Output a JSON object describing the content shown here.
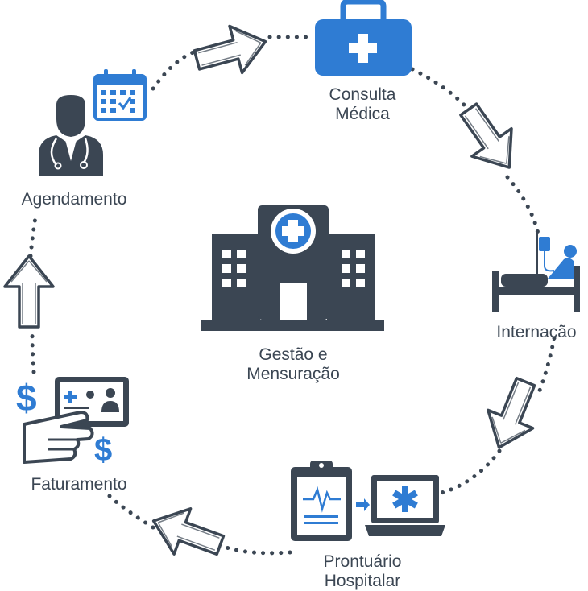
{
  "center": {
    "title_line1": "Gestão e",
    "title_line2": "Mensuração"
  },
  "steps": {
    "agendamento": "Agendamento",
    "consulta_line1": "Consulta",
    "consulta_line2": "Médica",
    "internacao": "Internação",
    "prontuario_line1": "Prontuário",
    "prontuario_line2": "Hospitalar",
    "faturamento": "Faturamento"
  },
  "icons": {
    "agendamento": [
      "doctor-icon",
      "calendar-icon"
    ],
    "consulta": "medical-kit-icon",
    "internacao": "hospital-bed-icon",
    "prontuario": [
      "clipboard-icon",
      "laptop-icon"
    ],
    "faturamento": [
      "dollar-icon",
      "hand-card-icon"
    ],
    "center": "hospital-icon"
  },
  "colors": {
    "dark": "#3b4653",
    "blue": "#2f7cd3",
    "dots": "#3b4653",
    "background": "#ffffff"
  }
}
